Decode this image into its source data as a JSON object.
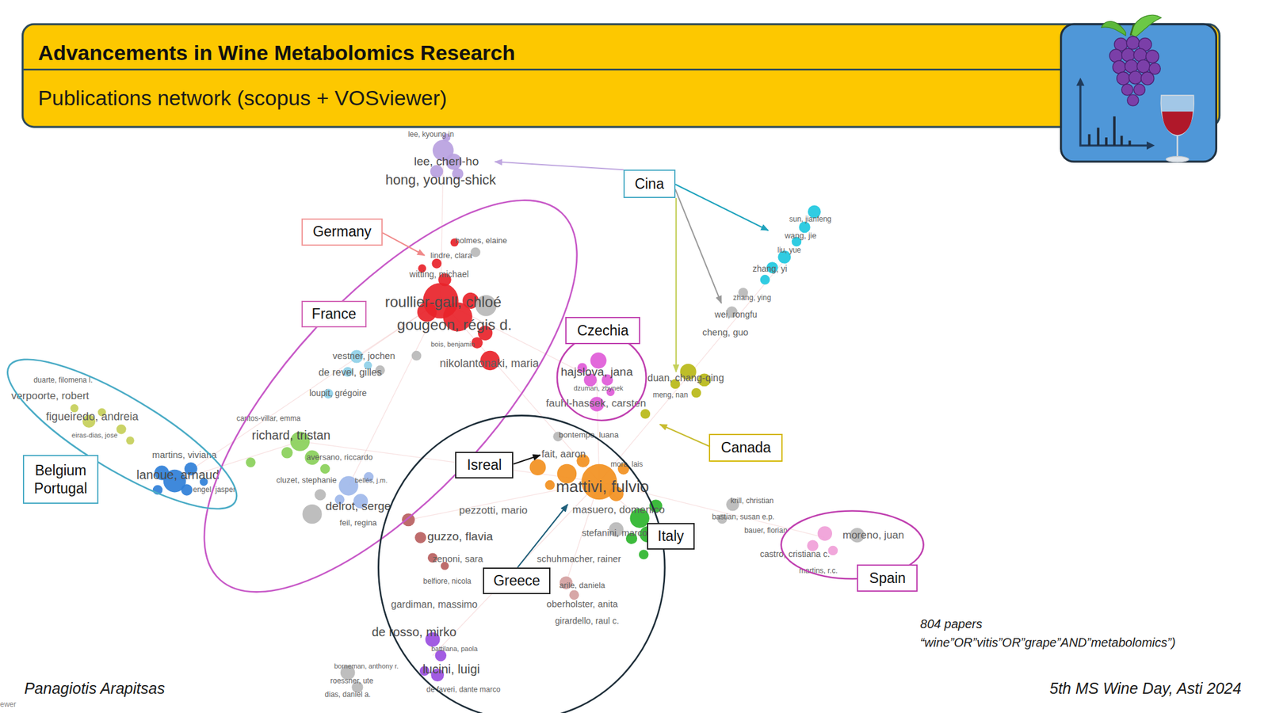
{
  "diagram": {
    "title": "Advancements in Wine Metabolomics Research",
    "nodes": [
      {
        "text": [
          "Cina"
        ]
      },
      {
        "text": [
          "Germany"
        ]
      },
      {
        "text": [
          "France"
        ]
      },
      {
        "text": [
          "Czechia"
        ]
      },
      {
        "text": [
          "Canada"
        ]
      },
      {
        "text": [
          "Isreal"
        ]
      },
      {
        "text": [
          "Belgium Portugal"
        ]
      },
      {
        "text": [
          "Italy"
        ]
      },
      {
        "text": [
          "Spain"
        ]
      },
      {
        "text": [
          "Greece"
        ]
      }
    ],
    "labels": [
      "Publications network (scopus + VOSviewer)",
      "lee, kyoung in",
      "lee, cherl-ho",
      "hong, young-shick",
      "holmes, elaine",
      "lindre, clara",
      "witting, michael",
      "roullier-gall, chloé",
      "gougeon, régis d.",
      "bois, benjamin",
      "nikolantonaki, maria",
      "vestner, jochen",
      "de revel, gilles",
      "loupit, grégoire",
      "cantos-villar, emma",
      "richard, tristan",
      "aversano, riccardo",
      "cluzet, stephanie",
      "bellés, j.m.",
      "delrot, serge",
      "feil, regina",
      "duarte, filomena l.",
      "verpoorte, robert",
      "figueiredo, andreia",
      "eiras-dias, jose",
      "martins, viviana",
      "lanoue, arnaud",
      "engel, jasper",
      "hajslova, jana",
      "dzuman, zbynek",
      "fauhl-hassek, carsten",
      "sun, jianfeng",
      "wang, jie",
      "liu, yue",
      "zhang, yi",
      "zhang, ying",
      "wei, rongfu",
      "cheng, guo",
      "duan, chang-qing",
      "meng, nan",
      "bontempo, luana",
      "fait, aaron",
      "mora, lais",
      "mattivi, fulvio",
      "pezzotti, mario",
      "masuero, domenico",
      "stefanini, marco",
      "guzzo, flavia",
      "zenoni, sara",
      "schuhmacher, rainer",
      "belfiore, nicola",
      "arile, daniela",
      "gardiman, massimo",
      "oberholster, anita",
      "girardello, raul c.",
      "de rosso, mirko",
      "battilana, paola",
      "lucini, luigi",
      "de faveri, dante marco",
      "borneman, anthony r.",
      "roessner, ute",
      "dias, daniel a.",
      "krill, christian",
      "bastian, susan e.p.",
      "bauer, florian",
      "moreno, juan",
      "castro, cristiana c.",
      "martins, r.c.",
      "804 papers",
      "“wine”OR”vitis”OR”grape”AND”metabolomics”)",
      "Panagiotis Arapitsas",
      "5th MS Wine Day, Asti 2024",
      "ewer"
    ]
  }
}
